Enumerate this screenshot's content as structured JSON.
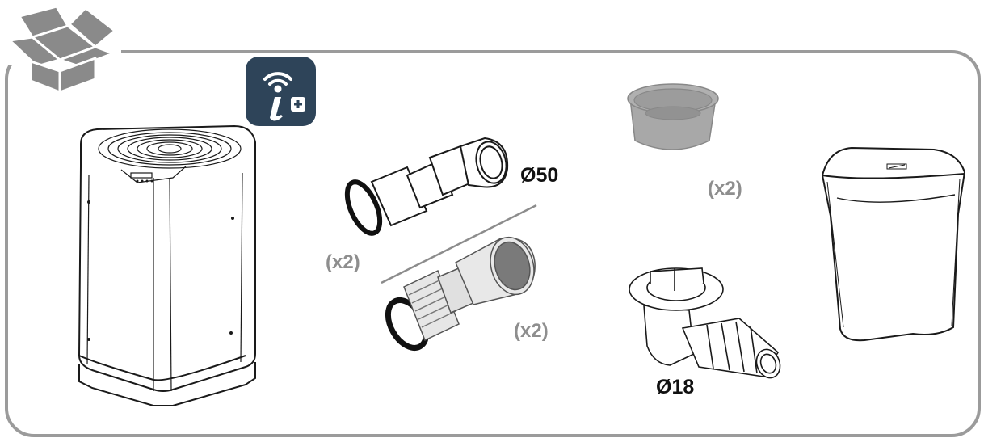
{
  "header": {
    "box_icon": "open-box-icon",
    "app_badge_icon": "wifi-info-plus-icon"
  },
  "colors": {
    "frame_border": "#9b9b9b",
    "box_icon": "#8a8a8a",
    "app_badge_bg": "#2e4459",
    "dimension_text": "#111111",
    "quantity_text": "#8e8e8e",
    "part_fill_grey": "#a8a8a8",
    "line_art": "#1a1a1a"
  },
  "items": [
    {
      "id": "heat-pump",
      "name": "Heat pump unit",
      "label": ""
    },
    {
      "id": "pipe-connector-50",
      "name": "Ø50 elbow connector with O-ring",
      "dimension": "Ø50",
      "quantity": "(x2)"
    },
    {
      "id": "union-connector",
      "name": "Union connector with seal",
      "quantity": "(x2)"
    },
    {
      "id": "anti-vibration-cap",
      "name": "Anti-vibration cup",
      "quantity": "(x2)"
    },
    {
      "id": "condensate-drain",
      "name": "Condensate drain elbow",
      "dimension": "Ø18"
    },
    {
      "id": "winter-cover",
      "name": "Winter cover",
      "label": ""
    }
  ],
  "labels": {
    "dim_50": "Ø50",
    "dim_18": "Ø18",
    "qty_connector": "(x2)",
    "qty_union": "(x2)",
    "qty_cup": "(x2)"
  }
}
